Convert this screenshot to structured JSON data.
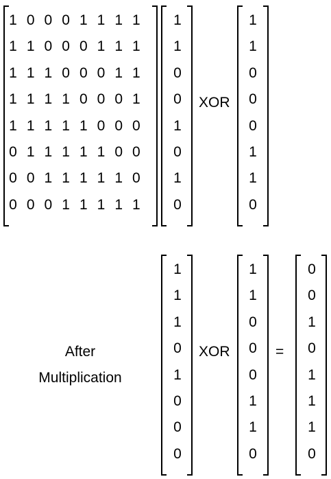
{
  "top": {
    "matrix": [
      [
        "1",
        "0",
        "0",
        "0",
        "1",
        "1",
        "1",
        "1"
      ],
      [
        "1",
        "1",
        "0",
        "0",
        "0",
        "1",
        "1",
        "1"
      ],
      [
        "1",
        "1",
        "1",
        "0",
        "0",
        "0",
        "1",
        "1"
      ],
      [
        "1",
        "1",
        "1",
        "1",
        "0",
        "0",
        "0",
        "1"
      ],
      [
        "1",
        "1",
        "1",
        "1",
        "1",
        "0",
        "0",
        "0"
      ],
      [
        "0",
        "1",
        "1",
        "1",
        "1",
        "1",
        "0",
        "0"
      ],
      [
        "0",
        "0",
        "1",
        "1",
        "1",
        "1",
        "1",
        "0"
      ],
      [
        "0",
        "0",
        "0",
        "1",
        "1",
        "1",
        "1",
        "1"
      ]
    ],
    "vector": [
      "1",
      "1",
      "0",
      "0",
      "1",
      "0",
      "1",
      "0"
    ],
    "operator": "XOR",
    "constant": [
      "1",
      "1",
      "0",
      "0",
      "0",
      "1",
      "1",
      "0"
    ]
  },
  "bottom": {
    "caption_line1": "After",
    "caption_line2": "Multiplication",
    "product": [
      "1",
      "1",
      "1",
      "0",
      "1",
      "0",
      "0",
      "0"
    ],
    "operator": "XOR",
    "constant": [
      "1",
      "1",
      "0",
      "0",
      "0",
      "1",
      "1",
      "0"
    ],
    "equals": "=",
    "result": [
      "0",
      "0",
      "1",
      "0",
      "1",
      "1",
      "1",
      "0"
    ]
  }
}
